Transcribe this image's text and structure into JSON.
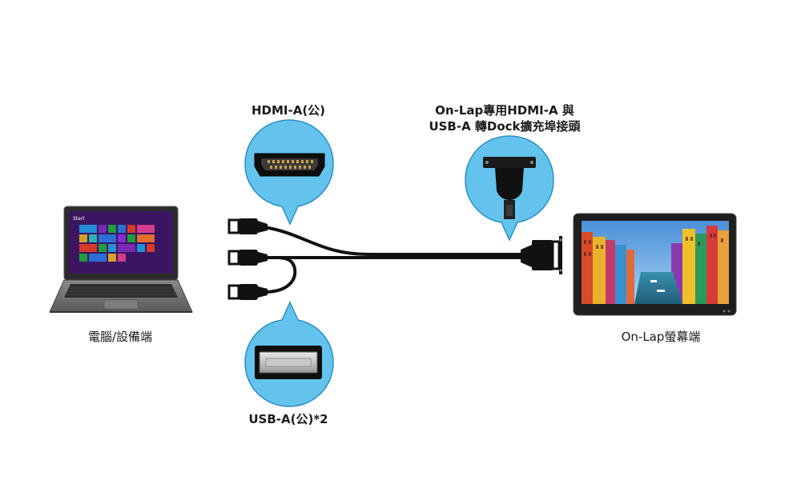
{
  "labels": {
    "hdmi_connector": "HDMI-A(公)",
    "adapter_line1": "On-Lap專用HDMI-A 與",
    "adapter_line2": "USB-A 轉Dock擴充埠接頭",
    "usb_connector": "USB-A(公)*2",
    "computer_end": "電腦/設備端",
    "monitor_end": "On-Lap螢幕端"
  },
  "laptop_screen": {
    "start_text": "Start"
  },
  "colors": {
    "callout_fill": "#64c3ec",
    "callout_stroke": "#2a8fc4",
    "cable": "#111111",
    "laptop_body": "#6e6e6e",
    "monitor_frame": "#1e1e1e"
  },
  "icons": [
    "laptop-icon",
    "monitor-icon",
    "hdmi-port-icon",
    "dock-connector-icon",
    "usb-port-icon"
  ]
}
